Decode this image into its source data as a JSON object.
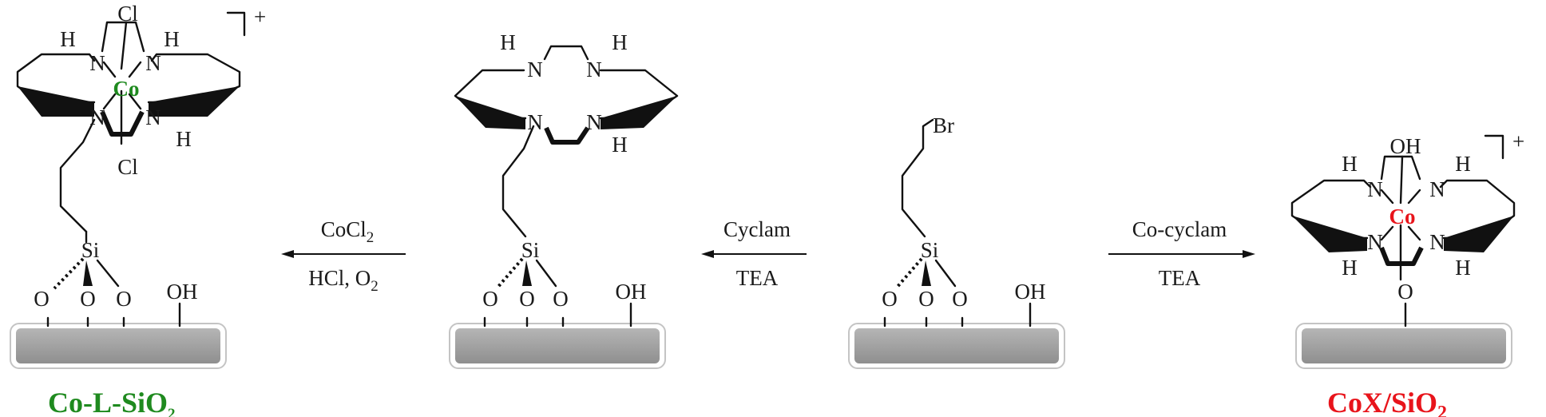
{
  "atoms": {
    "cl": "Cl",
    "nh_h": "H",
    "n": "N",
    "co": "Co",
    "si": "Si",
    "o": "O",
    "oh": "OH",
    "br": "Br",
    "charge": "+"
  },
  "arrows": {
    "a1_top_main": "CoCl",
    "a1_top_sub": "2",
    "a1_bottom_main": "HCl, O",
    "a1_bottom_sub": "2",
    "a2_top": "Cyclam",
    "a2_bottom": "TEA",
    "a3_top": "Co-cyclam",
    "a3_bottom": "TEA"
  },
  "labels": {
    "left_main": "Co-L-SiO",
    "left_sub": "2",
    "right_main": "CoX/SiO",
    "right_sub": "2"
  },
  "colors": {
    "cobalt_green": "#1f8a1f",
    "cobalt_red": "#e8141b",
    "surface_gray": "#a3a3a3"
  }
}
